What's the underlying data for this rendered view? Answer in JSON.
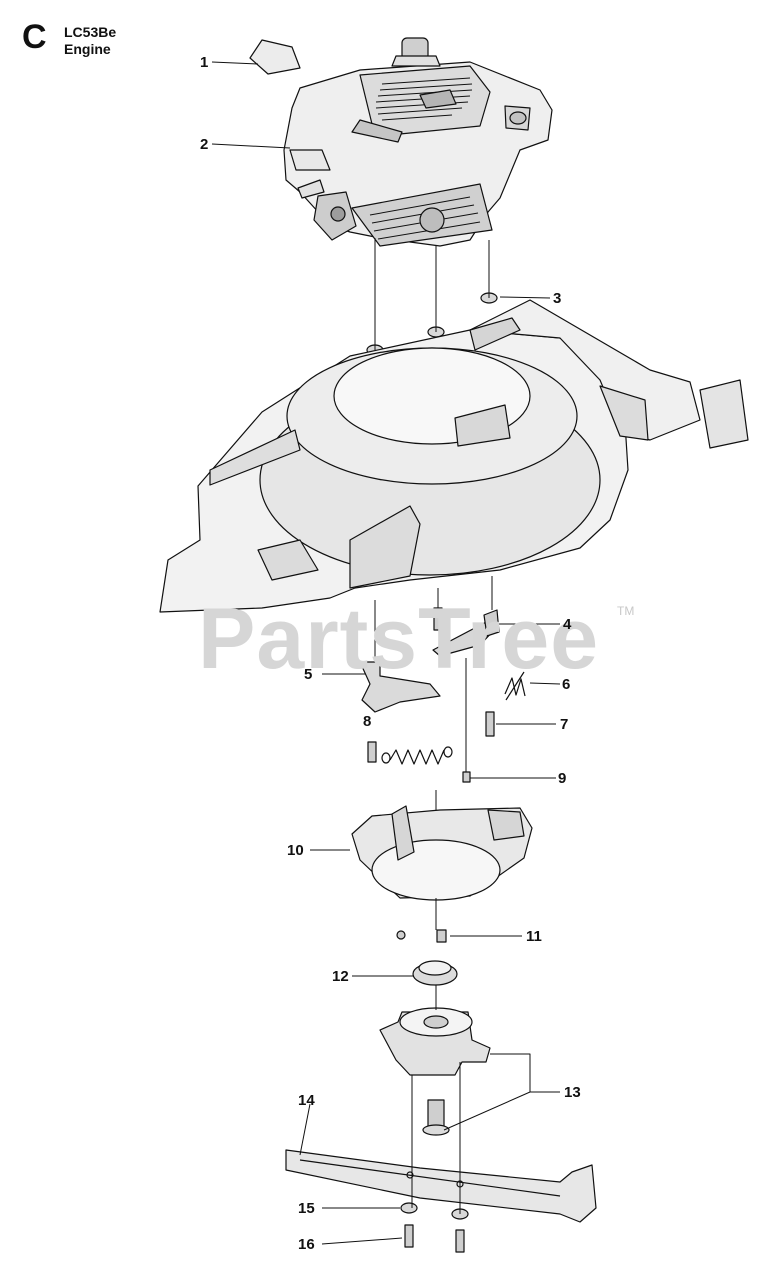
{
  "header": {
    "section_letter": "C",
    "model": "LC53Be",
    "title": "Engine"
  },
  "watermark": {
    "text": "PartsTree",
    "tm": "TM"
  },
  "callouts": [
    {
      "label": "1",
      "part": "decal"
    },
    {
      "label": "2",
      "part": "engine"
    },
    {
      "label": "3",
      "part": "washer"
    },
    {
      "label": "4",
      "part": "bracket"
    },
    {
      "label": "5",
      "part": "lever"
    },
    {
      "label": "6",
      "part": "spring"
    },
    {
      "label": "7",
      "part": "screw"
    },
    {
      "label": "8",
      "part": "extension-spring"
    },
    {
      "label": "9",
      "part": "screw"
    },
    {
      "label": "10",
      "part": "blade-brake-housing"
    },
    {
      "label": "11",
      "part": "key"
    },
    {
      "label": "12",
      "part": "adapter"
    },
    {
      "label": "13",
      "part": "clutch-assembly"
    },
    {
      "label": "14",
      "part": "blade"
    },
    {
      "label": "15",
      "part": "washer"
    },
    {
      "label": "16",
      "part": "bolt"
    }
  ],
  "colors": {
    "line": "#111111",
    "fill_light": "#ededed",
    "fill_mid": "#d9d9d9",
    "fill_dark": "#b5b5b5",
    "watermark": "#d6d6d6"
  }
}
